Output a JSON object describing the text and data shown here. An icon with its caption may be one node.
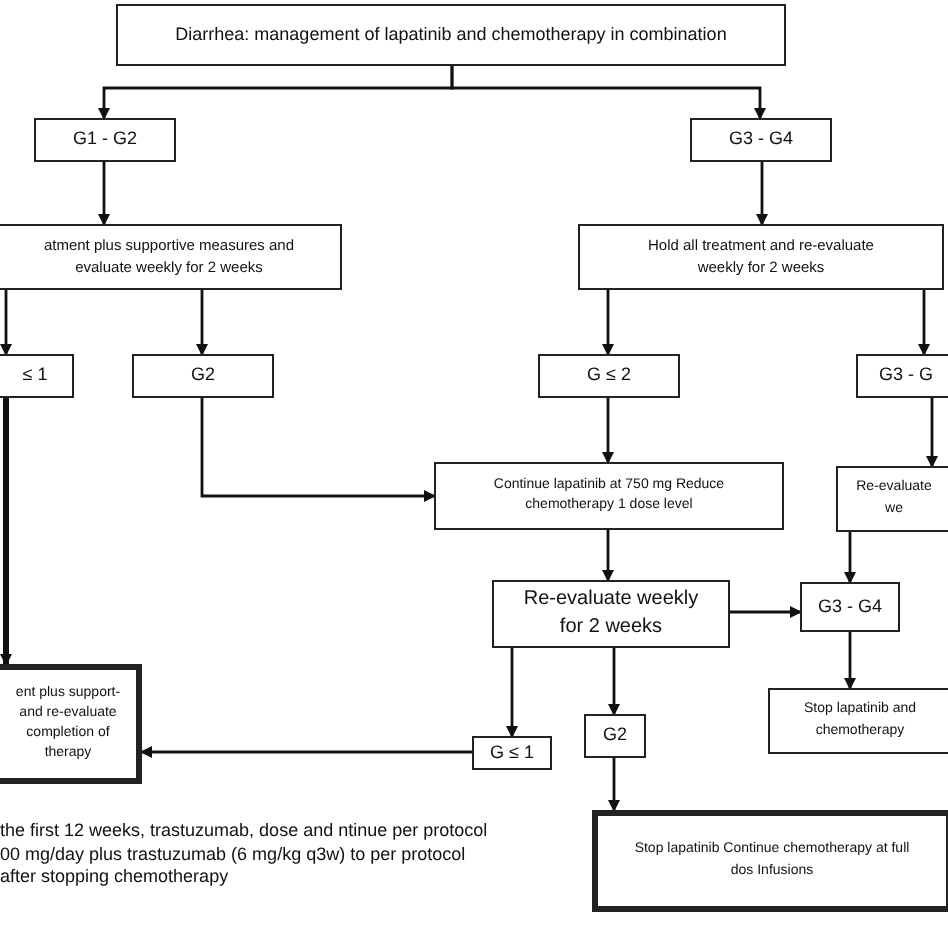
{
  "diagram": {
    "nodes": [
      {
        "text": [
          "Diarrhea: management of lapatinib and chemotherapy in combination"
        ]
      },
      {
        "text": [
          "G1 - G2"
        ]
      },
      {
        "text": [
          "G3 - G4"
        ]
      },
      {
        "text": [
          "atment plus supportive measures and evaluate weekly for 2 weeks"
        ]
      },
      {
        "text": [
          "Hold all treatment and re-evaluate weekly for 2 weeks"
        ]
      },
      {
        "text": [
          "≤ 1"
        ]
      },
      {
        "text": [
          "G2"
        ]
      },
      {
        "text": [
          "G ≤ 2"
        ]
      },
      {
        "text": [
          "G3 - G"
        ]
      },
      {
        "text": [
          "Continue lapatinib at 750 mg Reduce chemotherapy 1 dose level"
        ]
      },
      {
        "text": [
          "Re-evaluate we"
        ]
      },
      {
        "text": [
          "Re-evaluate weekly for 2 weeks"
        ]
      },
      {
        "text": [
          "G3 - G4"
        ]
      },
      {
        "text": [
          "ent plus support- and re-evaluate completion of therapy"
        ]
      },
      {
        "text": [
          "G ≤ 1"
        ]
      },
      {
        "text": [
          "G2"
        ]
      },
      {
        "text": [
          "Stop lapatinib and chemotherapy"
        ]
      },
      {
        "text": [
          "Stop lapatinib Continue chemotherapy at full dos Infusions"
        ]
      }
    ],
    "edges": [
      {
        "from": 0,
        "to": 1,
        "arrow": "to"
      },
      {
        "from": 0,
        "to": 2,
        "arrow": "to"
      },
      {
        "from": 1,
        "to": 3,
        "arrow": "to"
      },
      {
        "from": 2,
        "to": 4,
        "arrow": "to"
      },
      {
        "from": 3,
        "to": 5,
        "arrow": "to"
      },
      {
        "from": 3,
        "to": 6,
        "arrow": "to"
      },
      {
        "from": 4,
        "to": 7,
        "arrow": "to"
      },
      {
        "from": 4,
        "to": 8,
        "arrow": "to"
      },
      {
        "from": 5,
        "to": 13,
        "arrow": "to",
        "style": "thick"
      },
      {
        "from": 6,
        "to": 9,
        "arrow": "to"
      },
      {
        "from": 7,
        "to": 9,
        "arrow": "to"
      },
      {
        "from": 8,
        "to": 10,
        "arrow": "to"
      },
      {
        "from": 9,
        "to": 11,
        "arrow": "to"
      },
      {
        "from": 10,
        "to": 12,
        "arrow": "to"
      },
      {
        "from": 11,
        "to": 12,
        "arrow": "to"
      },
      {
        "from": 11,
        "to": 14,
        "arrow": "to"
      },
      {
        "from": 11,
        "to": 15,
        "arrow": "to"
      },
      {
        "from": 14,
        "to": 13,
        "arrow": "to"
      },
      {
        "from": 12,
        "to": 16,
        "arrow": "to"
      },
      {
        "from": 15,
        "to": 17,
        "arrow": "to"
      }
    ],
    "labels": [
      "the first 12 weeks, trastuzumab, dose and ntinue per protocol 00 mg/day plus trastuzumab (6 mg/kg q3w) to per protocol after stopping chemotherapy"
    ]
  }
}
